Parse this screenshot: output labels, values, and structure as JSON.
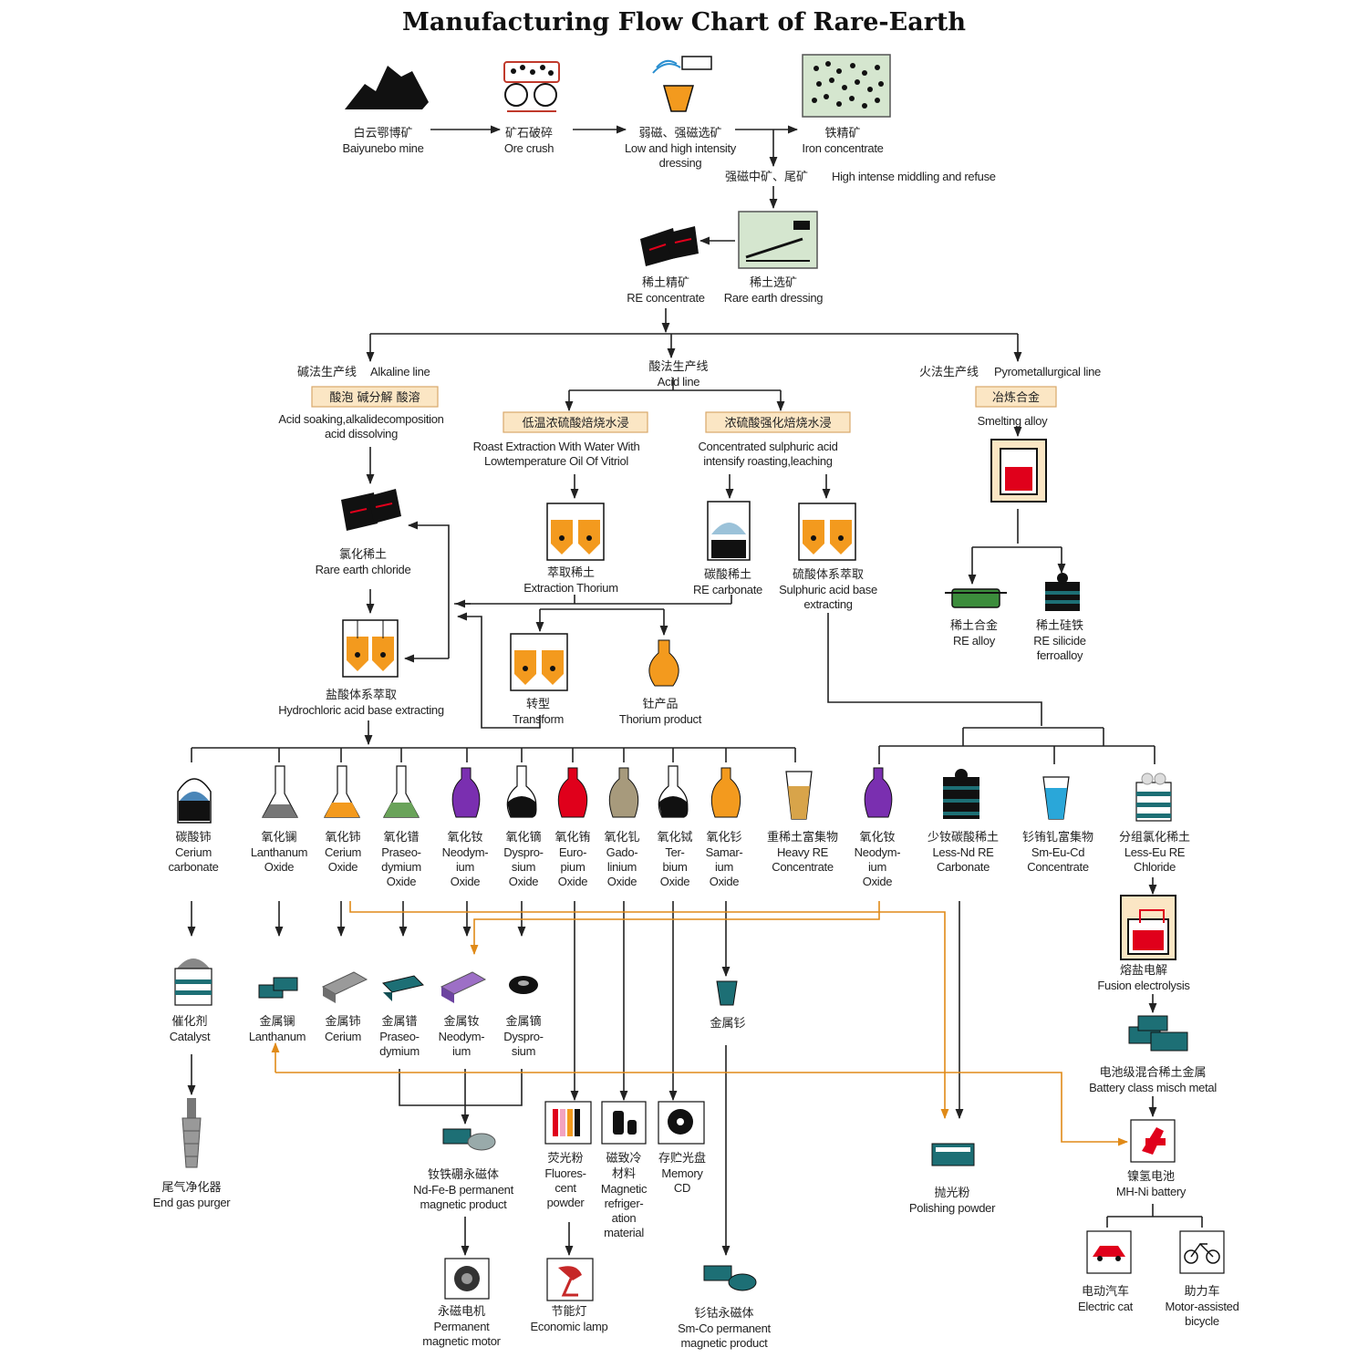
{
  "title": "Manufacturing Flow Chart of Rare-Earth",
  "colors": {
    "line": "#222222",
    "orange_line": "#e08a18",
    "box_fill": "#fbe6c4",
    "box_border": "#d9a86a",
    "orange": "#f39a1e",
    "red": "#e0001b",
    "green": "#3c8d3c",
    "purple": "#7a2fb0",
    "teal": "#1d6f75",
    "gray": "#7a7a7a"
  },
  "nodes": {
    "mine": {
      "zh": "白云鄂博矿",
      "en": [
        "Baiyunebo mine"
      ]
    },
    "crush": {
      "zh": "矿石破碎",
      "en": [
        "Ore crush"
      ]
    },
    "dressing": {
      "zh": "弱磁、强磁选矿",
      "en": [
        "Low and high intensity",
        "dressing"
      ]
    },
    "iron": {
      "zh": "铁精矿",
      "en": [
        "Iron concentrate"
      ]
    },
    "middling": {
      "zh": "强磁中矿、尾矿",
      "en": [
        "High intense middling and refuse"
      ]
    },
    "re_conc": {
      "zh": "稀土精矿",
      "en": [
        "RE concentrate"
      ]
    },
    "re_dress": {
      "zh": "稀土选矿",
      "en": [
        "Rare earth dressing"
      ]
    },
    "alkaline": {
      "zh": "碱法生产线",
      "en": [
        "Alkaline line"
      ],
      "box": "酸泡 碱分解 酸溶",
      "desc": [
        "Acid soaking,alkalidecomposition",
        "acid dissolving"
      ]
    },
    "acid": {
      "zh": "酸法生产线",
      "en": [
        "Acid line"
      ]
    },
    "pyro": {
      "zh": "火法生产线",
      "en": [
        "Pyrometallurgical line"
      ],
      "box": "冶炼合金",
      "desc": [
        "Smelting alloy"
      ]
    },
    "roast_low": {
      "box": "低温浓硫酸焙烧水浸",
      "desc": [
        "Roast Extraction With Water With",
        "Lowtemperature Oil Of Vitriol"
      ]
    },
    "roast_conc": {
      "box": "浓硫酸强化焙烧水浸",
      "desc": [
        "Concentrated sulphuric acid",
        "intensify roasting,leaching"
      ]
    },
    "re_chloride": {
      "zh": "氯化稀土",
      "en": [
        "Rare earth chloride"
      ]
    },
    "hcl_extract": {
      "zh": "盐酸体系萃取",
      "en": [
        "Hydrochloric acid base extracting"
      ]
    },
    "extract_th": {
      "zh": "萃取稀土",
      "en": [
        "Extraction Thorium"
      ]
    },
    "re_carb": {
      "zh": "碳酸稀土",
      "en": [
        "RE carbonate"
      ]
    },
    "sulph_extract": {
      "zh": "硫酸体系萃取",
      "en": [
        "Sulphuric acid base",
        "extracting"
      ]
    },
    "transform": {
      "zh": "转型",
      "en": [
        "Transform"
      ]
    },
    "thorium": {
      "zh": "钍产品",
      "en": [
        "Thorium product"
      ]
    },
    "re_alloy": {
      "zh": "稀土合金",
      "en": [
        "RE alloy"
      ]
    },
    "re_silicide": {
      "zh": "稀土硅铁",
      "en": [
        "RE silicide",
        "ferroalloy"
      ]
    },
    "fusion": {
      "zh": "熔盐电解",
      "en": [
        "Fusion electrolysis"
      ]
    },
    "battery_metal": {
      "zh": "电池级混合稀土金属",
      "en": [
        "Battery class misch metal"
      ]
    },
    "mhni": {
      "zh": "镍氢电池",
      "en": [
        "MH-Ni battery"
      ]
    },
    "ecar": {
      "zh": "电动汽车",
      "en": [
        "Electric cat"
      ]
    },
    "bicycle": {
      "zh": "助力车",
      "en": [
        "Motor-assisted",
        "bicycle"
      ]
    },
    "catalyst": {
      "zh": "催化剂",
      "en": [
        "Catalyst"
      ]
    },
    "purger": {
      "zh": "尾气净化器",
      "en": [
        "End gas purger"
      ]
    },
    "ndfeb": {
      "zh": "钕铁硼永磁体",
      "en": [
        "Nd-Fe-B permanent",
        "magnetic product"
      ]
    },
    "motor": {
      "zh": "永磁电机",
      "en": [
        "Permanent",
        "magnetic motor"
      ]
    },
    "fluor": {
      "zh": "荧光粉",
      "en": [
        "Fluores-",
        "cent",
        "powder"
      ]
    },
    "magref": {
      "zh": "磁致冷",
      "zh2": "材料",
      "en": [
        "Magnetic",
        "refriger-",
        "ation",
        "material"
      ]
    },
    "cd": {
      "zh": "存贮光盘",
      "en": [
        "Memory",
        "CD"
      ]
    },
    "lamp": {
      "zh": "节能灯",
      "en": [
        "Economic lamp"
      ]
    },
    "sm_metal": {
      "zh": "金属钐",
      "en": []
    },
    "smco": {
      "zh": "钐钴永磁体",
      "en": [
        "Sm-Co permanent",
        "magnetic product"
      ]
    },
    "polish": {
      "zh": "抛光粉",
      "en": [
        "Polishing powder"
      ]
    }
  },
  "products": [
    {
      "zh": "碳酸铈",
      "en": [
        "Cerium",
        "carbonate"
      ]
    },
    {
      "zh": "氧化镧",
      "en": [
        "Lanthanum",
        "Oxide"
      ]
    },
    {
      "zh": "氧化铈",
      "en": [
        "Cerium",
        "Oxide"
      ]
    },
    {
      "zh": "氧化镨",
      "en": [
        "Praseo-",
        "dymium",
        "Oxide"
      ]
    },
    {
      "zh": "氧化钕",
      "en": [
        "Neodym-",
        "ium",
        "Oxide"
      ]
    },
    {
      "zh": "氧化镝",
      "en": [
        "Dyspro-",
        "sium",
        "Oxide"
      ]
    },
    {
      "zh": "氧化铕",
      "en": [
        "Euro-",
        "pium",
        "Oxide"
      ]
    },
    {
      "zh": "氧化钆",
      "en": [
        "Gado-",
        "linium",
        "Oxide"
      ]
    },
    {
      "zh": "氧化铽",
      "en": [
        "Ter-",
        "bium",
        "Oxide"
      ]
    },
    {
      "zh": "氧化钐",
      "en": [
        "Samar-",
        "ium",
        "Oxide"
      ]
    },
    {
      "zh": "重稀土富集物",
      "en": [
        "Heavy RE",
        "Concentrate"
      ]
    },
    {
      "zh": "氧化钕",
      "en": [
        "Neodym-",
        "ium",
        "Oxide"
      ]
    },
    {
      "zh": "少钕碳酸稀土",
      "en": [
        "Less-Nd RE",
        "Carbonate"
      ]
    },
    {
      "zh": "钐铕钆富集物",
      "en": [
        "Sm-Eu-Cd",
        "Concentrate"
      ]
    },
    {
      "zh": "分组氯化稀土",
      "en": [
        "Less-Eu RE",
        "Chloride"
      ]
    }
  ],
  "metals": [
    {
      "zh": "金属镧",
      "en": [
        "Lanthanum"
      ]
    },
    {
      "zh": "金属铈",
      "en": [
        "Cerium"
      ]
    },
    {
      "zh": "金属镨",
      "en": [
        "Praseo-",
        "dymium"
      ]
    },
    {
      "zh": "金属钕",
      "en": [
        "Neodym-",
        "ium"
      ]
    },
    {
      "zh": "金属镝",
      "en": [
        "Dyspro-",
        "sium"
      ]
    }
  ]
}
